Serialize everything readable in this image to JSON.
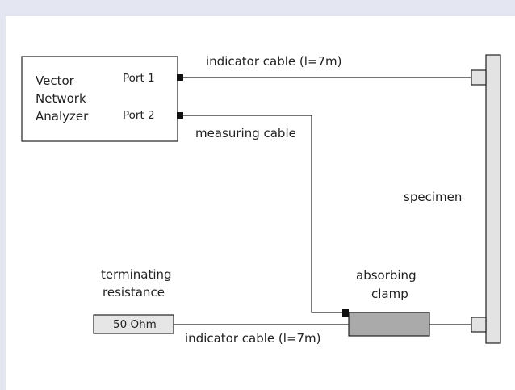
{
  "vna": {
    "line1": "Vector",
    "line2": "Network",
    "line3": "Analyzer",
    "port1": "Port 1",
    "port2": "Port 2"
  },
  "cables": {
    "top": "indicator cable (l=7m)",
    "measuring": "measuring cable",
    "bottom": "indicator cable (l=7m)"
  },
  "specimen": {
    "label": "specimen"
  },
  "clamp": {
    "line1": "absorbing",
    "line2": "clamp"
  },
  "terminating": {
    "line1": "terminating",
    "line2": "resistance",
    "value": "50 Ohm"
  },
  "colors": {
    "background": "#e4e6f1",
    "panel": "#ffffff",
    "specimen_fill": "#e3e3e3",
    "clamp_fill": "#aaaaaa",
    "resistor_fill": "#e6e6e6",
    "connector": "#111111"
  }
}
